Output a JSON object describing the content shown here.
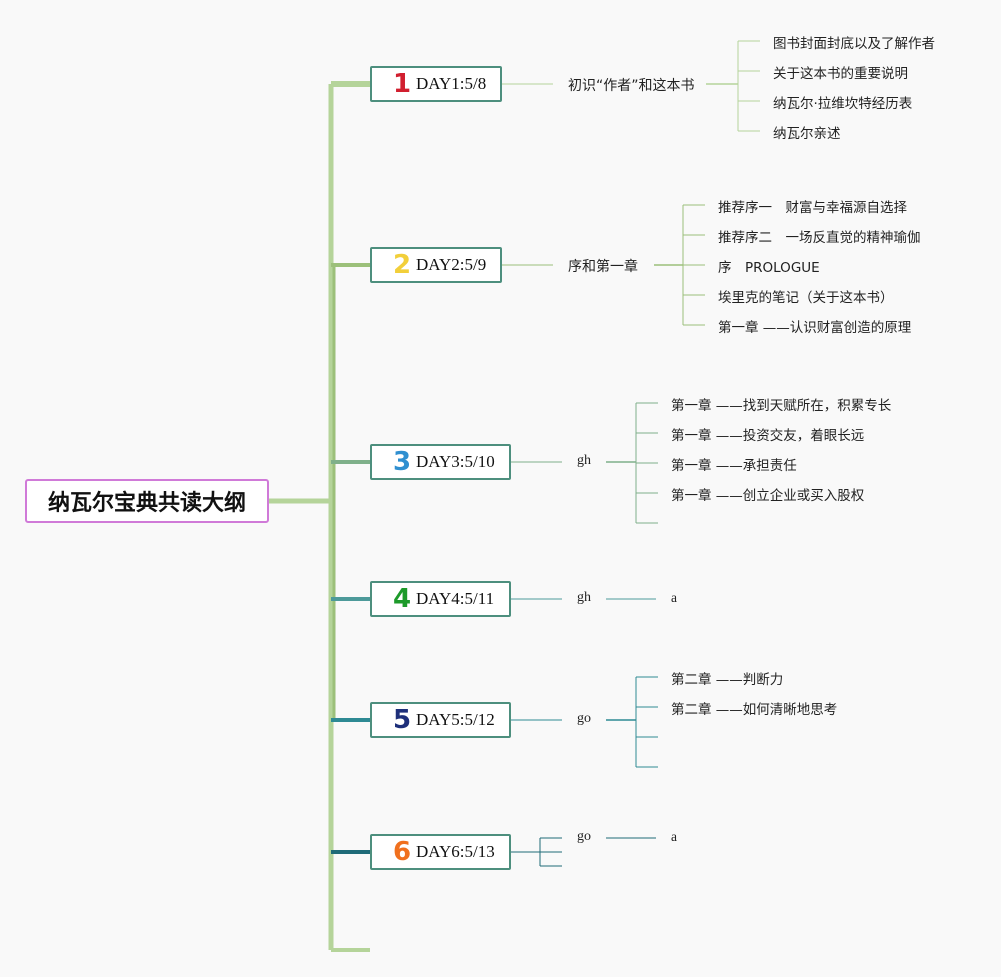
{
  "root": {
    "title": "纳瓦尔宝典共读大纲"
  },
  "days": [
    {
      "num": "1",
      "num_color": "#d11f2f",
      "label": "DAY1:5/8",
      "line_color": "#b5d49a",
      "topic": "初识“作者”和这本书",
      "leaves": [
        "图书封面封底以及了解作者",
        "关于这本书的重要说明",
        "纳瓦尔·拉维坎特经历表",
        "纳瓦尔亲述"
      ]
    },
    {
      "num": "2",
      "num_color": "#f2cf3a",
      "label": "DAY2:5/9",
      "line_color": "#9cc07a",
      "topic": "序和第一章",
      "leaves": [
        "推荐序一　财富与幸福源自选择",
        "推荐序二　一场反直觉的精神瑜伽",
        "序　PROLOGUE",
        "埃里克的笔记（关于这本书）",
        "第一章 ——认识财富创造的原理"
      ]
    },
    {
      "num": "3",
      "num_color": "#2f8fd0",
      "label": "DAY3:5/10",
      "line_color": "#7fb08a",
      "topic": "gh",
      "leaves": [
        "第一章 ——找到天赋所在，积累专长",
        "第一章 ——投资交友，着眼长远",
        "第一章 ——承担责任",
        "第一章 ——创立企业或买入股权",
        ""
      ]
    },
    {
      "num": "4",
      "num_color": "#1d9a2a",
      "label": "DAY4:5/11",
      "line_color": "#4d9a9a",
      "topic": "gh",
      "leaves": [
        "a"
      ]
    },
    {
      "num": "5",
      "num_color": "#1e2f7a",
      "label": "DAY5:5/12",
      "line_color": "#2e8a94",
      "topic": "go",
      "leaves": [
        "第二章 ——判断力",
        "第二章 ——如何清晰地思考",
        "",
        ""
      ]
    },
    {
      "num": "6",
      "num_color": "#f0701e",
      "label": "DAY6:5/13",
      "line_color": "#1f6b78",
      "topic": "go",
      "leaves": [
        "a",
        ""
      ]
    }
  ]
}
